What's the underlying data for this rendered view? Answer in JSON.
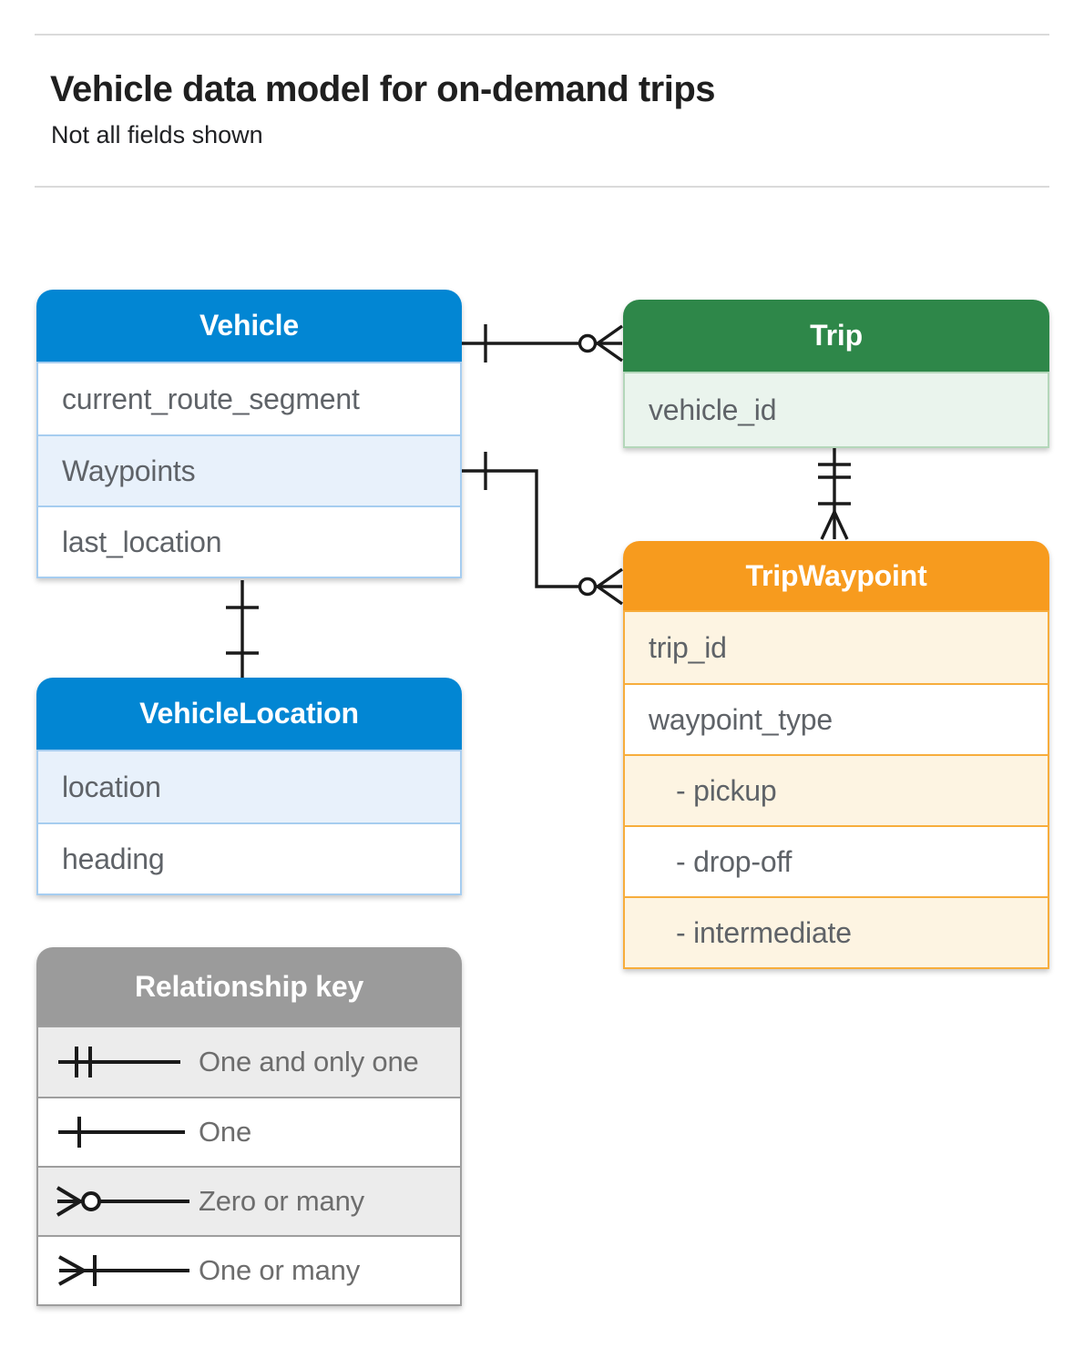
{
  "page": {
    "title": "Vehicle data model for on-demand trips",
    "subtitle": "Not all fields shown"
  },
  "entities": {
    "vehicle": {
      "title": "Vehicle",
      "fields": [
        "current_route_segment",
        "Waypoints",
        "last_location"
      ]
    },
    "trip": {
      "title": "Trip",
      "fields": [
        "vehicle_id"
      ]
    },
    "trip_waypoint": {
      "title": "TripWaypoint",
      "fields": [
        "trip_id",
        "waypoint_type",
        "- pickup",
        "- drop-off",
        "- intermediate"
      ]
    },
    "vehicle_location": {
      "title": "VehicleLocation",
      "fields": [
        "location",
        "heading"
      ]
    }
  },
  "relationships": [
    {
      "from": "Vehicle",
      "to": "Trip",
      "from_cardinality": "one",
      "to_cardinality": "zero-or-many"
    },
    {
      "from": "Vehicle.Waypoints",
      "to": "TripWaypoint",
      "from_cardinality": "one",
      "to_cardinality": "zero-or-many"
    },
    {
      "from": "Trip",
      "to": "TripWaypoint",
      "from_cardinality": "one-and-only-one",
      "to_cardinality": "one-or-many"
    },
    {
      "from": "Vehicle",
      "to": "VehicleLocation",
      "from_cardinality": "one",
      "to_cardinality": "one"
    }
  ],
  "relationship_key": {
    "title": "Relationship key",
    "items": [
      {
        "symbol": "one-and-only-one",
        "label": "One and only one"
      },
      {
        "symbol": "one",
        "label": "One"
      },
      {
        "symbol": "zero-or-many",
        "label": "Zero or many"
      },
      {
        "symbol": "one-or-many",
        "label": "One or many"
      }
    ]
  },
  "colors": {
    "blue_header": "#0286d3",
    "blue_tint": "#e8f1fb",
    "blue_border": "#a6cdf0",
    "green_header": "#2e8749",
    "green_tint": "#eaf4ed",
    "green_border": "#b4d7ba",
    "orange_header": "#f79b1e",
    "orange_tint": "#fdf4e2",
    "orange_border": "#f7ad3c",
    "gray_header": "#9b9b9b",
    "gray_tint": "#ececec",
    "gray_border": "#9e9e9e",
    "field_text": "#5f6368",
    "connector": "#1a1a1a"
  }
}
